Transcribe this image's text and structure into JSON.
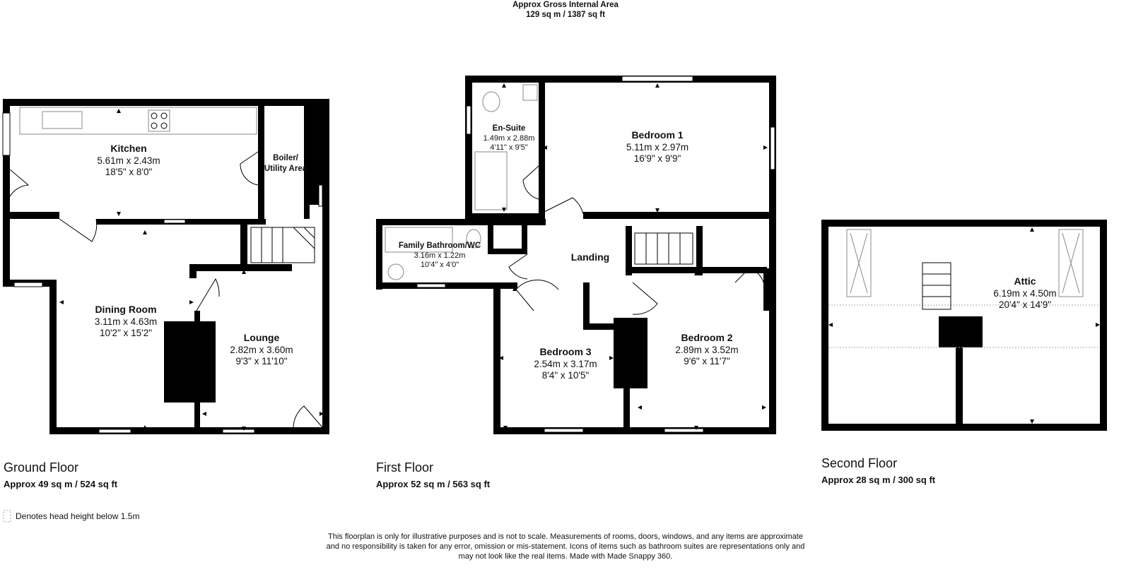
{
  "header": {
    "title": "Approx Gross Internal Area",
    "area": "129 sq m / 1387 sq ft"
  },
  "floors": {
    "ground": {
      "title": "Ground Floor",
      "area": "Approx 49 sq m / 524 sq ft",
      "rooms": {
        "kitchen": {
          "name": "Kitchen",
          "metric": "5.61m x 2.43m",
          "imperial": "18'5\" x 8'0\""
        },
        "boiler": {
          "name_line1": "Boiler/",
          "name_line2": "Utility Area"
        },
        "dining": {
          "name": "Dining Room",
          "metric": "3.11m x 4.63m",
          "imperial": "10'2\" x 15'2\""
        },
        "lounge": {
          "name": "Lounge",
          "metric": "2.82m x 3.60m",
          "imperial": "9'3\" x 11'10\""
        }
      }
    },
    "first": {
      "title": "First Floor",
      "area": "Approx 52 sq m / 563 sq ft",
      "rooms": {
        "ensuite": {
          "name": "En-Suite",
          "metric": "1.49m x 2.88m",
          "imperial": "4'11\" x 9'5\""
        },
        "bedroom1": {
          "name": "Bedroom 1",
          "metric": "5.11m x 2.97m",
          "imperial": "16'9\" x 9'9\""
        },
        "bathroom": {
          "name": "Family Bathroom/WC",
          "metric": "3.16m x 1.22m",
          "imperial": "10'4\" x 4'0\""
        },
        "landing": {
          "name": "Landing"
        },
        "bedroom3": {
          "name": "Bedroom 3",
          "metric": "2.54m x 3.17m",
          "imperial": "8'4\" x 10'5\""
        },
        "bedroom2": {
          "name": "Bedroom 2",
          "metric": "2.89m x 3.52m",
          "imperial": "9'6\" x 11'7\""
        }
      }
    },
    "second": {
      "title": "Second Floor",
      "area": "Approx 28 sq m / 300 sq ft",
      "rooms": {
        "attic": {
          "name": "Attic",
          "metric": "6.19m x 4.50m",
          "imperial": "20'4\" x 14'9\""
        }
      }
    }
  },
  "legend": {
    "text": "Denotes head height below 1.5m"
  },
  "disclaimer": {
    "line1": "This floorplan is only for illustrative purposes and is not to scale. Measurements of rooms, doors, windows, and any items are approximate",
    "line2": "and no responsibility is taken for any error, omission or mis-statement. Icons of items such as bathroom suites are representations only and",
    "line3": "may not look like the real items. Made with Made Snappy 360."
  }
}
